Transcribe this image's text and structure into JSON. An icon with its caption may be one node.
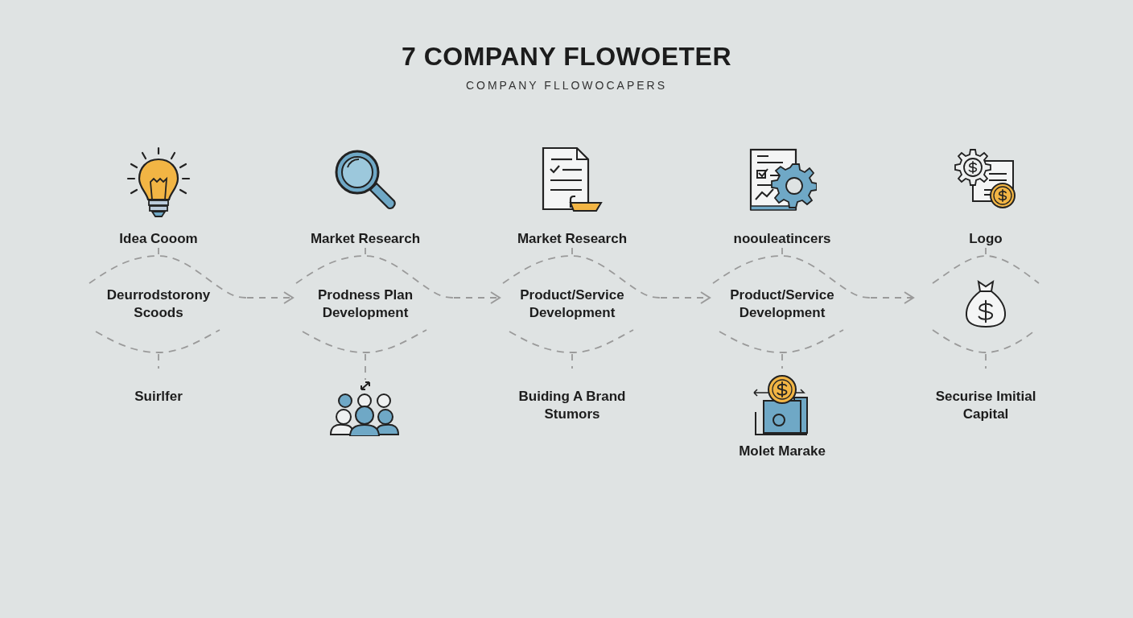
{
  "diagram": {
    "title": "7 COMPANY FLOWOETER",
    "nodes": [
      {
        "text": [
          "Idea Cooom"
        ]
      },
      {
        "text": [
          "Market Research"
        ]
      },
      {
        "text": [
          "Market Research"
        ]
      },
      {
        "text": [
          "noouleatincers"
        ]
      },
      {
        "text": [
          "Logo"
        ]
      },
      {
        "text": [
          "Deurrodstorony Scoods"
        ]
      },
      {
        "text": [
          "Prodness Plan Development"
        ]
      },
      {
        "text": [
          "Product/Service Development"
        ]
      },
      {
        "text": [
          "Product/Service Development"
        ]
      },
      {
        "text": [],
        "shape": "picture"
      },
      {
        "text": [
          "Suirlfer"
        ]
      },
      {
        "text": [],
        "shape": "picture"
      },
      {
        "text": [
          "Buiding A Brand Stumors"
        ]
      },
      {
        "text": [
          "Molet Marake"
        ]
      },
      {
        "text": [
          "Securise Imitial Capital"
        ]
      }
    ],
    "edges": [
      {
        "from": 5,
        "to": 6,
        "arrow": "to",
        "style": "dashed"
      },
      {
        "from": 6,
        "to": 7,
        "arrow": "to",
        "style": "dashed"
      },
      {
        "from": 7,
        "to": 8,
        "arrow": "to",
        "style": "dashed"
      },
      {
        "from": 8,
        "to": 9,
        "arrow": "to",
        "style": "dashed"
      },
      {
        "from": 0,
        "to": 5,
        "arrow": "none",
        "style": "dashed"
      },
      {
        "from": 1,
        "to": 6,
        "arrow": "none",
        "style": "dashed"
      },
      {
        "from": 2,
        "to": 7,
        "arrow": "none",
        "style": "dashed"
      },
      {
        "from": 3,
        "to": 8,
        "arrow": "none",
        "style": "dashed"
      },
      {
        "from": 4,
        "to": 9,
        "arrow": "none",
        "style": "dashed"
      },
      {
        "from": 5,
        "to": 10,
        "arrow": "none",
        "style": "dashed"
      },
      {
        "from": 6,
        "to": 11,
        "arrow": "none",
        "style": "dashed"
      },
      {
        "from": 7,
        "to": 12,
        "arrow": "none",
        "style": "dashed"
      },
      {
        "from": 8,
        "to": 13,
        "arrow": "none",
        "style": "dashed"
      },
      {
        "from": 9,
        "to": 14,
        "arrow": "none",
        "style": "dashed"
      }
    ],
    "labels": [
      "COMPANY FLLOWOCAPERS"
    ]
  }
}
